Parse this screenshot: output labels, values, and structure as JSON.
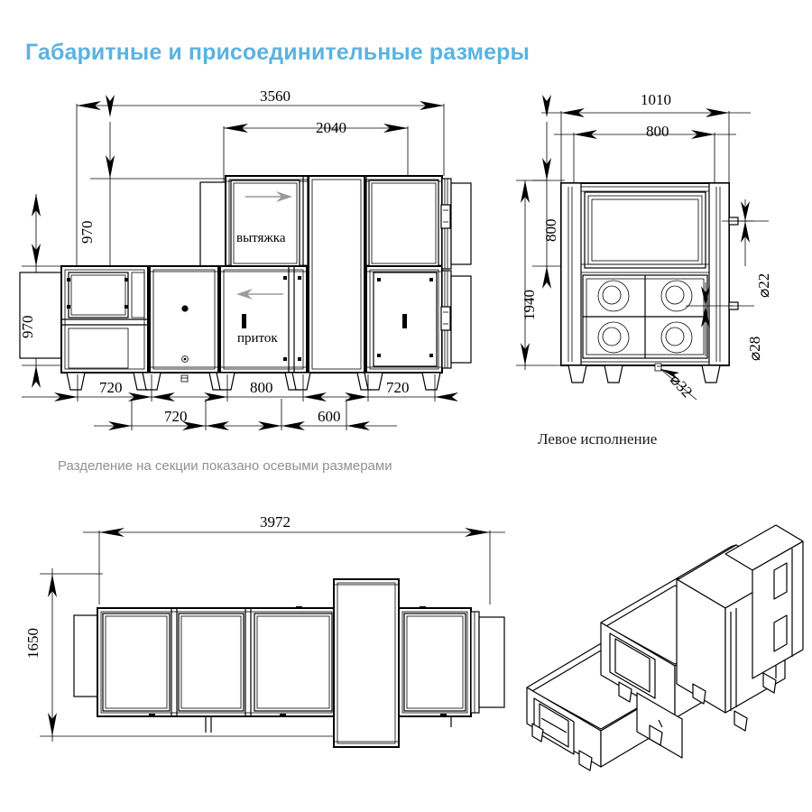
{
  "page": {
    "title": "Габаритные и присоединительные размеры",
    "title_color": "#5BB3E0",
    "background": "#ffffff"
  },
  "front_view": {
    "name": "front-elevation",
    "labels": {
      "exhaust": "вытяжка",
      "supply": "приток"
    },
    "dimensions": {
      "overall_length": "3560",
      "inner_length": "2040",
      "upper_height": "970",
      "lower_height": "970",
      "section_a": "720",
      "section_b": "800",
      "section_c": "720",
      "axis_a": "720",
      "axis_b": "600"
    },
    "note": "Разделение на секции показано осевыми размерами"
  },
  "side_view": {
    "name": "side-elevation",
    "caption": "Левое исполнение",
    "dimensions": {
      "outer_width": "1010",
      "inner_width": "800",
      "upper_height": "800",
      "total_height": "1940",
      "drain_22": "22",
      "drain_28": "28",
      "drain_32": "32"
    },
    "diameter_symbol": "⌀",
    "fan_count": 4
  },
  "plan_view": {
    "name": "plan-view",
    "dimensions": {
      "overall_length": "3972",
      "overall_width": "1650"
    }
  },
  "iso_view": {
    "name": "isometric-view"
  }
}
